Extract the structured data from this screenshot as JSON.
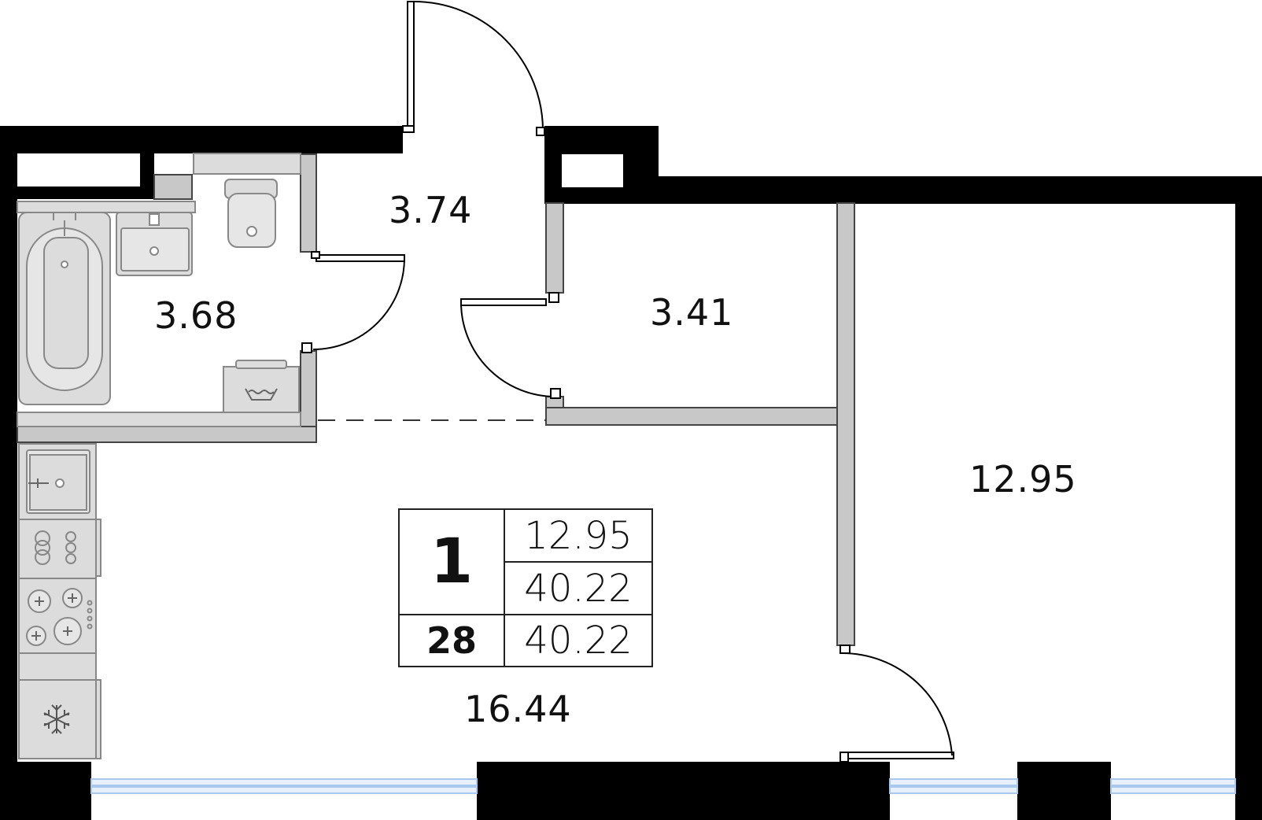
{
  "rooms": {
    "bathroom": {
      "area": "3.68"
    },
    "hallway": {
      "area": "3.74"
    },
    "storage": {
      "area": "3.41"
    },
    "bedroom": {
      "area": "12.95"
    },
    "kitchen_living": {
      "area": "16.44"
    }
  },
  "info_table": {
    "room_count": "1",
    "living_area": "12.95",
    "total_area_1": "40.22",
    "apartment_number": "28",
    "total_area_2": "40.22"
  },
  "colors": {
    "wall": "#000000",
    "partition": "#c8c8c8",
    "partition_stroke": "#444444",
    "fixture": "#dcdcdc",
    "fixture_stroke": "#888888",
    "window": "#a9c8ee"
  },
  "icons": [
    "bathtub-icon",
    "sink-icon",
    "toilet-icon",
    "washing-machine-icon",
    "kitchen-sink-icon",
    "oven-icon",
    "stove-icon",
    "fridge-icon",
    "door-icon"
  ]
}
